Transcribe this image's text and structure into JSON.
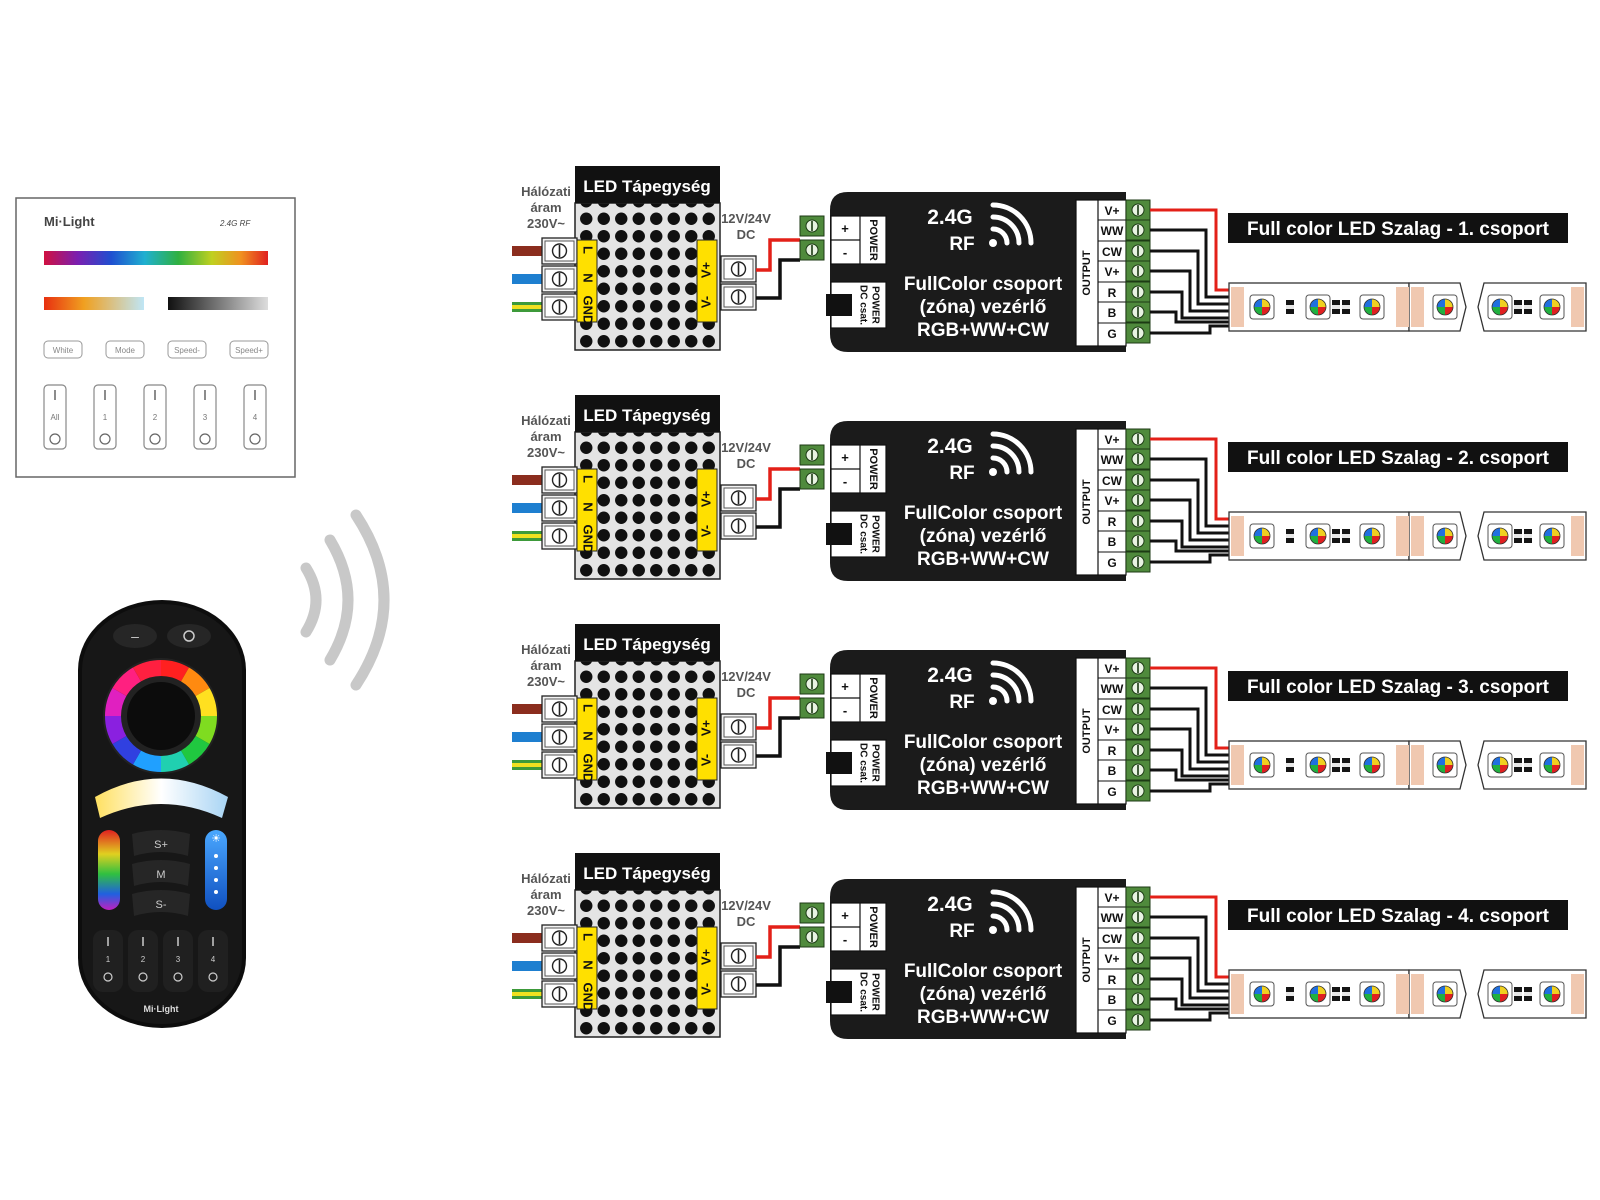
{
  "wall_panel": {
    "brand": "Mi·Light",
    "rf_label": "2.4G RF",
    "buttons": [
      "White",
      "Mode",
      "Speed-",
      "Speed+"
    ],
    "zones": [
      "All",
      "1",
      "2",
      "3",
      "4"
    ]
  },
  "remote": {
    "brand": "Mi·Light",
    "keys": [
      "S+",
      "M",
      "S-"
    ],
    "zone_keys": [
      "1",
      "2",
      "3",
      "4"
    ]
  },
  "rows": [
    {
      "psu_title": "LED Tápegység",
      "mains_label": [
        "Hálózati",
        "áram",
        "230V~"
      ],
      "psu_in": [
        "L",
        "N",
        "GND"
      ],
      "psu_out": [
        "V+",
        "V-"
      ],
      "dc_label": [
        "12V/24V",
        "DC"
      ],
      "power_label": "POWER",
      "power_pins": [
        "+",
        "-"
      ],
      "dc_socket_label": [
        "POWER",
        "DC csat."
      ],
      "rf_label": [
        "2.4G",
        "RF"
      ],
      "controller_title": [
        "FullColor csoport",
        "(zóna) vezérlő",
        "RGB+WW+CW"
      ],
      "output_label": "OUTPUT",
      "output_pins": [
        "V+",
        "WW",
        "CW",
        "V+",
        "R",
        "B",
        "G"
      ],
      "strip_label": "Full color LED Szalag - 1. csoport"
    },
    {
      "psu_title": "LED Tápegység",
      "mains_label": [
        "Hálózati",
        "áram",
        "230V~"
      ],
      "psu_in": [
        "L",
        "N",
        "GND"
      ],
      "psu_out": [
        "V+",
        "V-"
      ],
      "dc_label": [
        "12V/24V",
        "DC"
      ],
      "power_label": "POWER",
      "power_pins": [
        "+",
        "-"
      ],
      "dc_socket_label": [
        "POWER",
        "DC csat."
      ],
      "rf_label": [
        "2.4G",
        "RF"
      ],
      "controller_title": [
        "FullColor csoport",
        "(zóna) vezérlő",
        "RGB+WW+CW"
      ],
      "output_label": "OUTPUT",
      "output_pins": [
        "V+",
        "WW",
        "CW",
        "V+",
        "R",
        "B",
        "G"
      ],
      "strip_label": "Full color LED Szalag - 2. csoport"
    },
    {
      "psu_title": "LED Tápegység",
      "mains_label": [
        "Hálózati",
        "áram",
        "230V~"
      ],
      "psu_in": [
        "L",
        "N",
        "GND"
      ],
      "psu_out": [
        "V+",
        "V-"
      ],
      "dc_label": [
        "12V/24V",
        "DC"
      ],
      "power_label": "POWER",
      "power_pins": [
        "+",
        "-"
      ],
      "dc_socket_label": [
        "POWER",
        "DC csat."
      ],
      "rf_label": [
        "2.4G",
        "RF"
      ],
      "controller_title": [
        "FullColor csoport",
        "(zóna) vezérlő",
        "RGB+WW+CW"
      ],
      "output_label": "OUTPUT",
      "output_pins": [
        "V+",
        "WW",
        "CW",
        "V+",
        "R",
        "B",
        "G"
      ],
      "strip_label": "Full color LED Szalag - 3. csoport"
    },
    {
      "psu_title": "LED Tápegység",
      "mains_label": [
        "Hálózati",
        "áram",
        "230V~"
      ],
      "psu_in": [
        "L",
        "N",
        "GND"
      ],
      "psu_out": [
        "V+",
        "V-"
      ],
      "dc_label": [
        "12V/24V",
        "DC"
      ],
      "power_label": "POWER",
      "power_pins": [
        "+",
        "-"
      ],
      "dc_socket_label": [
        "POWER",
        "DC csat."
      ],
      "rf_label": [
        "2.4G",
        "RF"
      ],
      "controller_title": [
        "FullColor csoport",
        "(zóna) vezérlő",
        "RGB+WW+CW"
      ],
      "output_label": "OUTPUT",
      "output_pins": [
        "V+",
        "WW",
        "CW",
        "V+",
        "R",
        "B",
        "G"
      ],
      "strip_label": "Full color LED Szalag - 4. csoport"
    }
  ],
  "colors": {
    "yellow": "#ffe000",
    "terminal_green": "#4f8a3c",
    "controller_black": "#1b1b1b",
    "wire_red": "#e32018",
    "wire_brown": "#8b2d1e",
    "wire_blue": "#1e7fd0",
    "wire_ground": "#3d9a3a",
    "signal_grey": "#c8c8c8"
  }
}
